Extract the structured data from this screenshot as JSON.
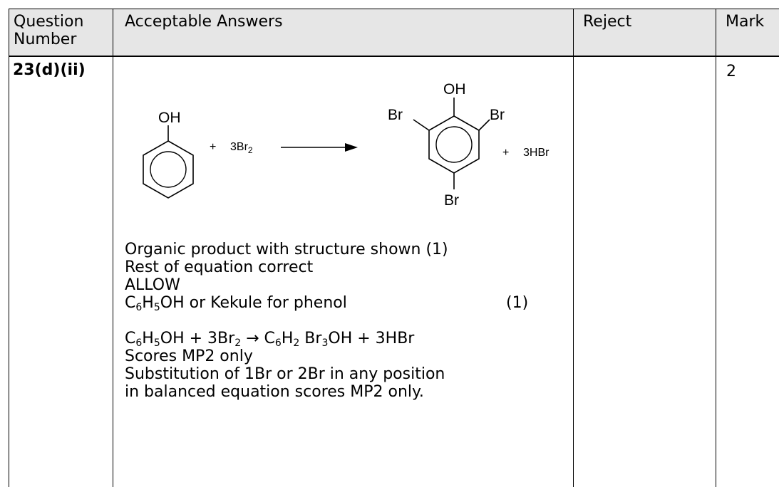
{
  "header": {
    "question_number": "Question Number",
    "acceptable_answers": "Acceptable Answers",
    "reject": "Reject",
    "mark": "Mark"
  },
  "row": {
    "question_number": "23(d)(ii)",
    "mark": "2",
    "reject": "",
    "equation": {
      "phenol_label": "OH",
      "plus1": "+",
      "reagent": "3Br",
      "reagent_sub": "2",
      "product_oh": "OH",
      "br_left": "Br",
      "br_right": "Br",
      "br_bottom": "Br",
      "plus2": "+",
      "byproduct": "3HBr"
    },
    "lines": {
      "l1": "Organic product with structure shown  (1)",
      "l2": "Rest of equation correct",
      "l3": "ALLOW",
      "l4_a": "C",
      "l4_s1": "6",
      "l4_b": "H",
      "l4_s2": "5",
      "l4_c": "OH or Kekule for phenol",
      "l4_mark": "(1)",
      "l5_a": "C",
      "l5_s1": "6",
      "l5_b": "H",
      "l5_s2": "5",
      "l5_c": "OH + 3Br",
      "l5_s3": "2",
      "l5_arrow": "→",
      "l5_d": "C",
      "l5_s4": "6",
      "l5_e": "H",
      "l5_s5": "2",
      "l5_f": " Br",
      "l5_s6": "3",
      "l5_g": "OH + 3HBr",
      "l6": "Scores MP2 only",
      "l7": "Substitution of 1Br or 2Br in any position",
      "l8": "in balanced equation scores MP2 only."
    }
  }
}
